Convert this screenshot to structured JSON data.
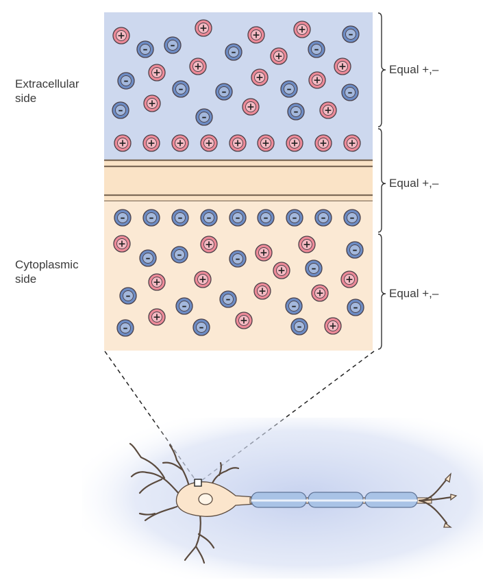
{
  "labels": {
    "extracellular": "Extracellular\nside",
    "cytoplasmic": "Cytoplasmic\nside",
    "brace_top": "Equal +,–",
    "brace_middle": "Equal +,–",
    "brace_bottom": "Equal +,–"
  },
  "ion_symbols": {
    "positive": "+",
    "negative": "–"
  },
  "colors": {
    "extracellular_fill": "#cdd8ee",
    "cytoplasm_fill": "#fbe9d4",
    "membrane_fill": "#fae3c6",
    "membrane_line": "#7d6a57",
    "positive_ion_fill": "#ec8a98",
    "negative_ion_fill": "#6d8cc4",
    "ion_stroke": "#4a4048",
    "neuron_fill": "#fbe5cc",
    "neuron_stroke": "#5a4a3e",
    "myelin_fill": "#a9c3e6",
    "halo": "#c9d4ef"
  }
}
